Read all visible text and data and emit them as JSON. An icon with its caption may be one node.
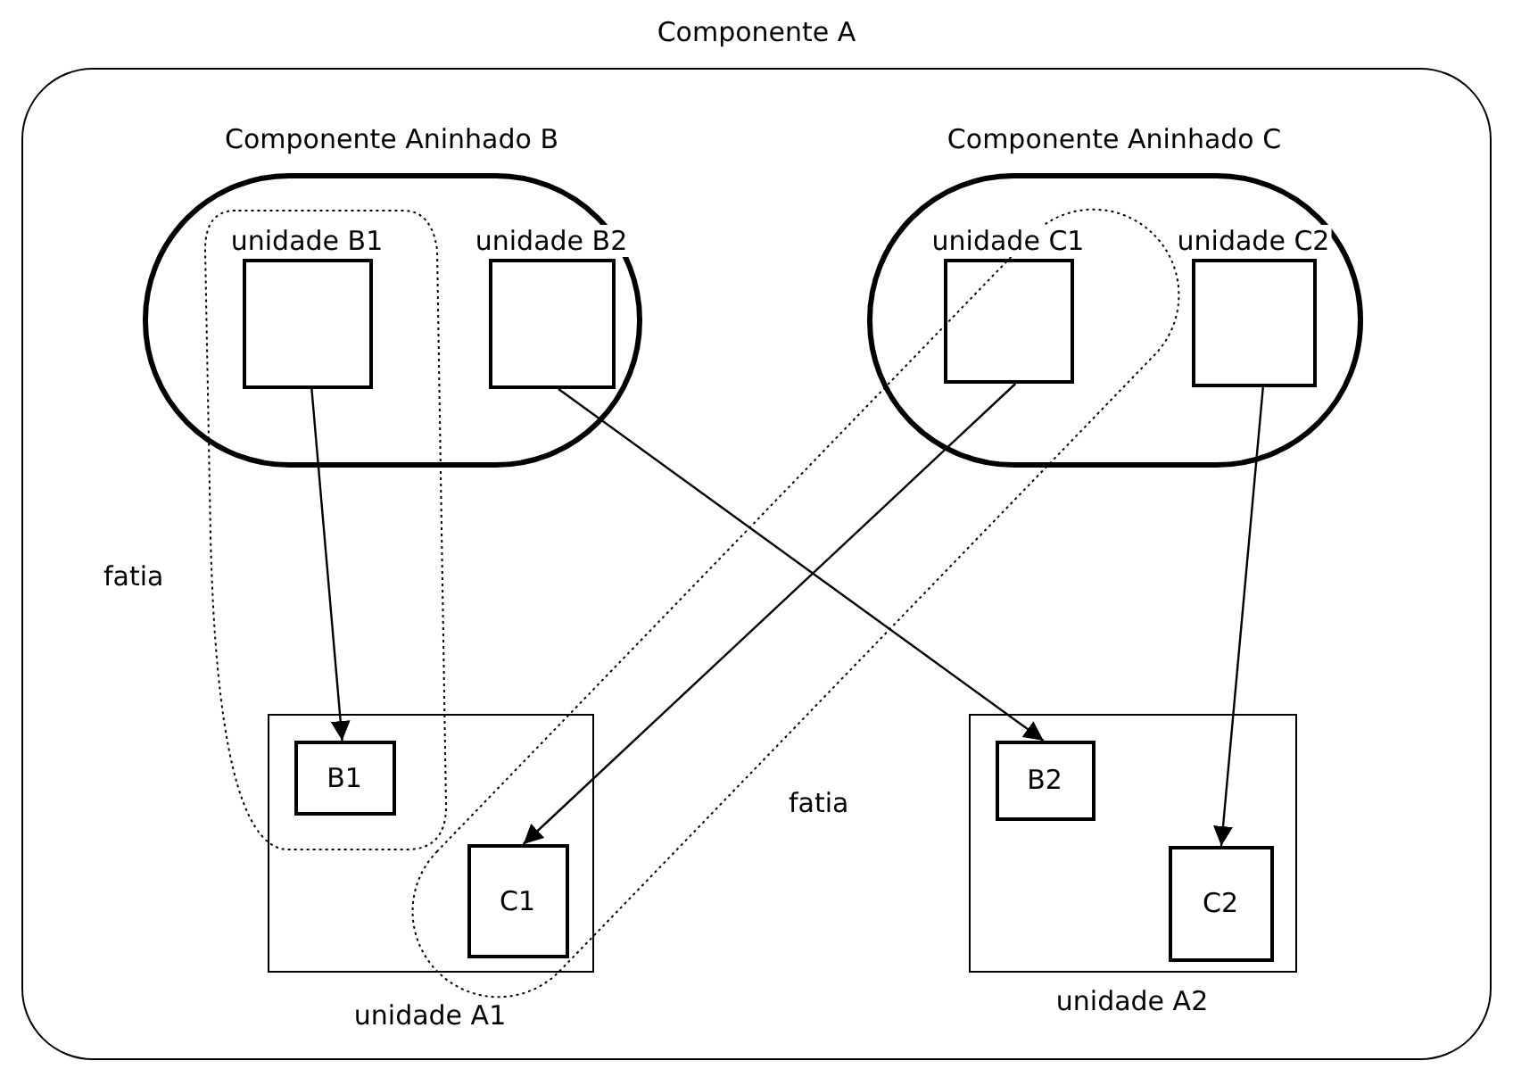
{
  "diagram": {
    "nodes": [
      {
        "text": [
          "Componente A"
        ]
      },
      {
        "text": [
          "Componente Aninhado B"
        ],
        "in": 0
      },
      {
        "text": [
          "unidade B1"
        ],
        "in": 1
      },
      {
        "text": [
          "unidade B2"
        ],
        "in": 1
      },
      {
        "text": [
          "Componente Aninhado C"
        ],
        "in": 0
      },
      {
        "text": [
          "unidade C1"
        ],
        "in": 4
      },
      {
        "text": [
          "unidade C2"
        ],
        "in": 4
      },
      {
        "text": [
          "unidade A1"
        ],
        "in": 0
      },
      {
        "text": [
          "B1"
        ],
        "in": 7
      },
      {
        "text": [
          "C1"
        ],
        "in": 7
      },
      {
        "text": [
          "unidade A2"
        ],
        "in": 0
      },
      {
        "text": [
          "B2"
        ],
        "in": 10
      },
      {
        "text": [
          "C2"
        ],
        "in": 10
      }
    ],
    "edges": [
      {
        "from": 2,
        "to": 8,
        "arrow": "to"
      },
      {
        "from": 3,
        "to": 11,
        "arrow": "to"
      },
      {
        "from": 5,
        "to": 9,
        "arrow": "to"
      },
      {
        "from": 6,
        "to": 12,
        "arrow": "to"
      }
    ],
    "labels": [
      "fatia",
      "fatia"
    ]
  }
}
